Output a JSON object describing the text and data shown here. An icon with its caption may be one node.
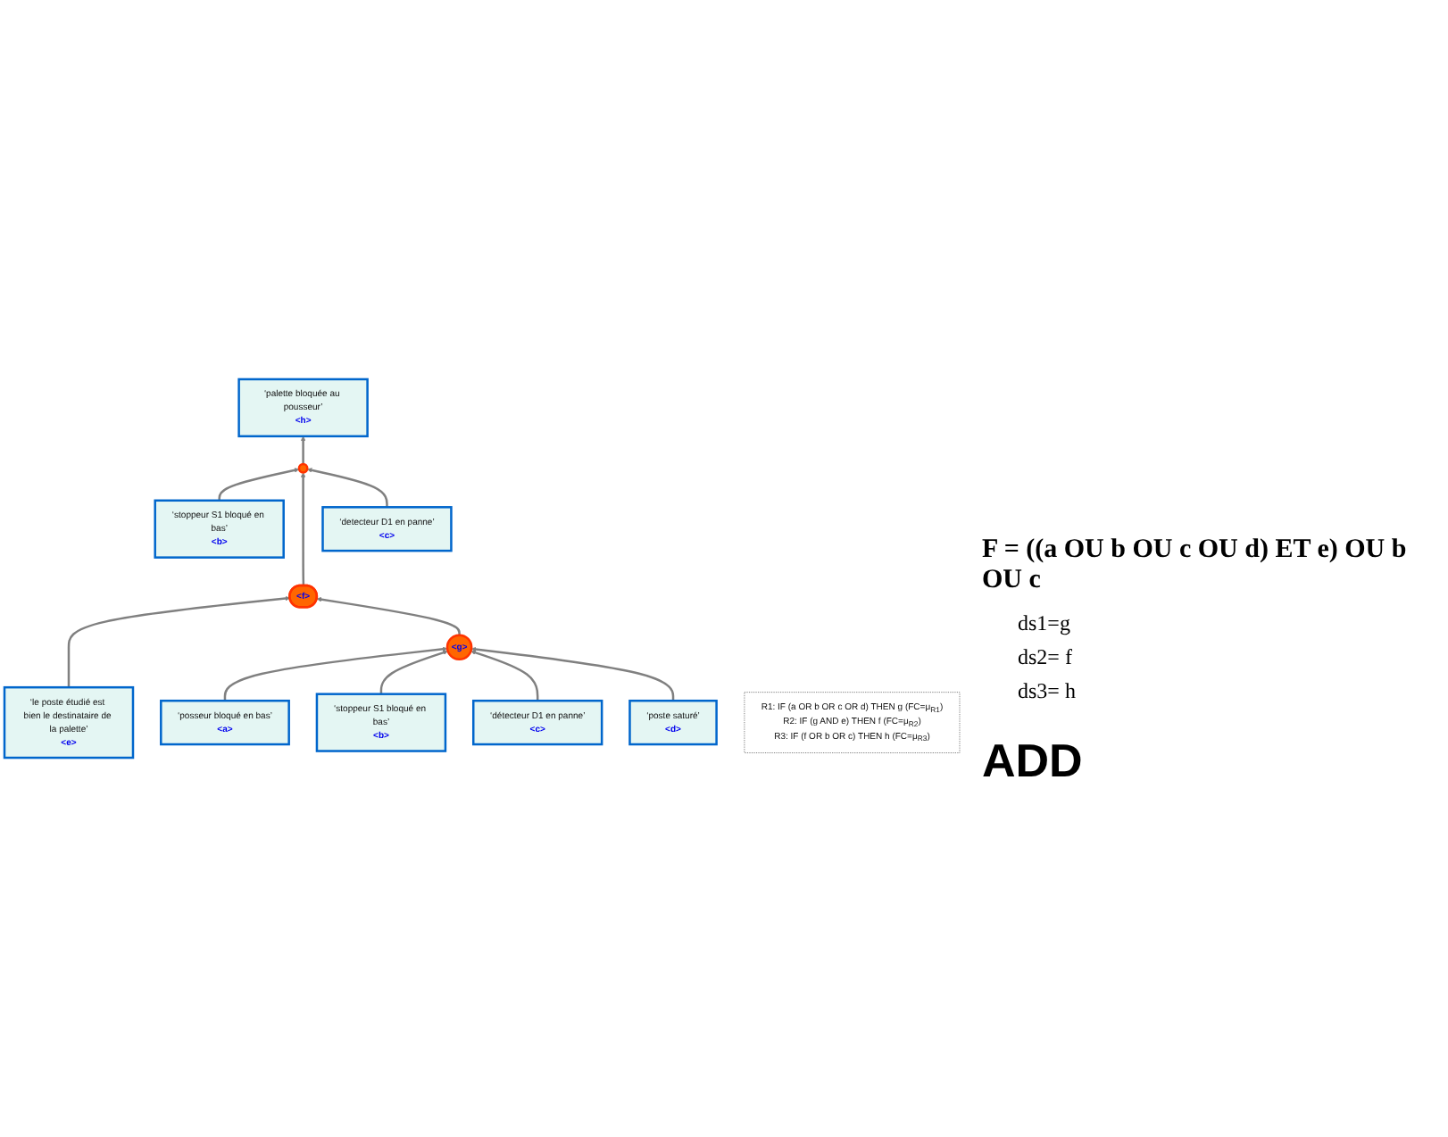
{
  "diagram": {
    "nodes": [
      {
        "text": [
          "‘palette bloquée au pousseur’",
          "<h>"
        ]
      },
      {
        "text": [],
        "shape": "gate"
      },
      {
        "text": [
          "‘stoppeur S1 bloqué en bas’",
          "<b>"
        ]
      },
      {
        "text": [
          "‘detecteur D1 en panne’",
          "<c>"
        ]
      },
      {
        "text": [
          "<f>"
        ]
      },
      {
        "text": [
          "‘le poste étudié est bien le destinataire de la palette’",
          "<e>"
        ]
      },
      {
        "text": [
          "<g>"
        ]
      },
      {
        "text": [
          "‘posseur bloqué en bas’",
          "<a>"
        ]
      },
      {
        "text": [
          "‘stoppeur S1 bloqué en bas’",
          "<b>"
        ]
      },
      {
        "text": [
          "‘détecteur D1 en panne’",
          "<c>"
        ]
      },
      {
        "text": [
          "‘poste saturé’",
          "<d>"
        ]
      },
      {
        "text": [
          "R1: IF (a OR b OR c OR d) THEN g (FC=μ$_{R1}$)",
          "R2: IF (g AND e) THEN f (FC=μ$_{R2}$)",
          "R3: IF (f OR b OR c) THEN h (FC=μ$_{R3}$)"
        ]
      }
    ],
    "edges": [
      {
        "from": 1,
        "to": 0,
        "arrow": "to"
      },
      {
        "from": 2,
        "to": 1,
        "arrow": "to"
      },
      {
        "from": 4,
        "to": 1,
        "arrow": "to"
      },
      {
        "from": 3,
        "to": 1,
        "arrow": "to"
      },
      {
        "from": 5,
        "to": 4,
        "arrow": "to"
      },
      {
        "from": 6,
        "to": 4,
        "arrow": "to"
      },
      {
        "from": 7,
        "to": 6,
        "arrow": "to"
      },
      {
        "from": 8,
        "to": 6,
        "arrow": "to"
      },
      {
        "from": 9,
        "to": 6,
        "arrow": "to"
      },
      {
        "from": 10,
        "to": 6,
        "arrow": "to"
      }
    ],
    "labels": [
      "F = ((a OU b OU c OU d) ET e) OU b OU c",
      "ds1=g",
      "ds2= f",
      "ds3= h",
      "ADD"
    ]
  }
}
